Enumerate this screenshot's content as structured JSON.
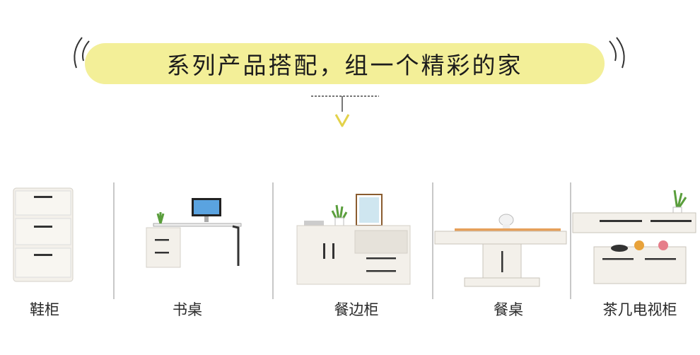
{
  "banner": {
    "title": "系列产品搭配，组一个精彩的家"
  },
  "products": [
    {
      "label": "鞋柜",
      "icon": "shoe-cabinet"
    },
    {
      "label": "书桌",
      "icon": "desk"
    },
    {
      "label": "餐边柜",
      "icon": "sideboard"
    },
    {
      "label": "餐桌",
      "icon": "dining-table"
    },
    {
      "label": "茶几电视柜",
      "icon": "coffee-table-tv-cabinet"
    }
  ],
  "colors": {
    "banner": "#f3ef98",
    "arrow": "#e3d24a",
    "furniture": "#f3f0ea",
    "handles": "#333333"
  }
}
